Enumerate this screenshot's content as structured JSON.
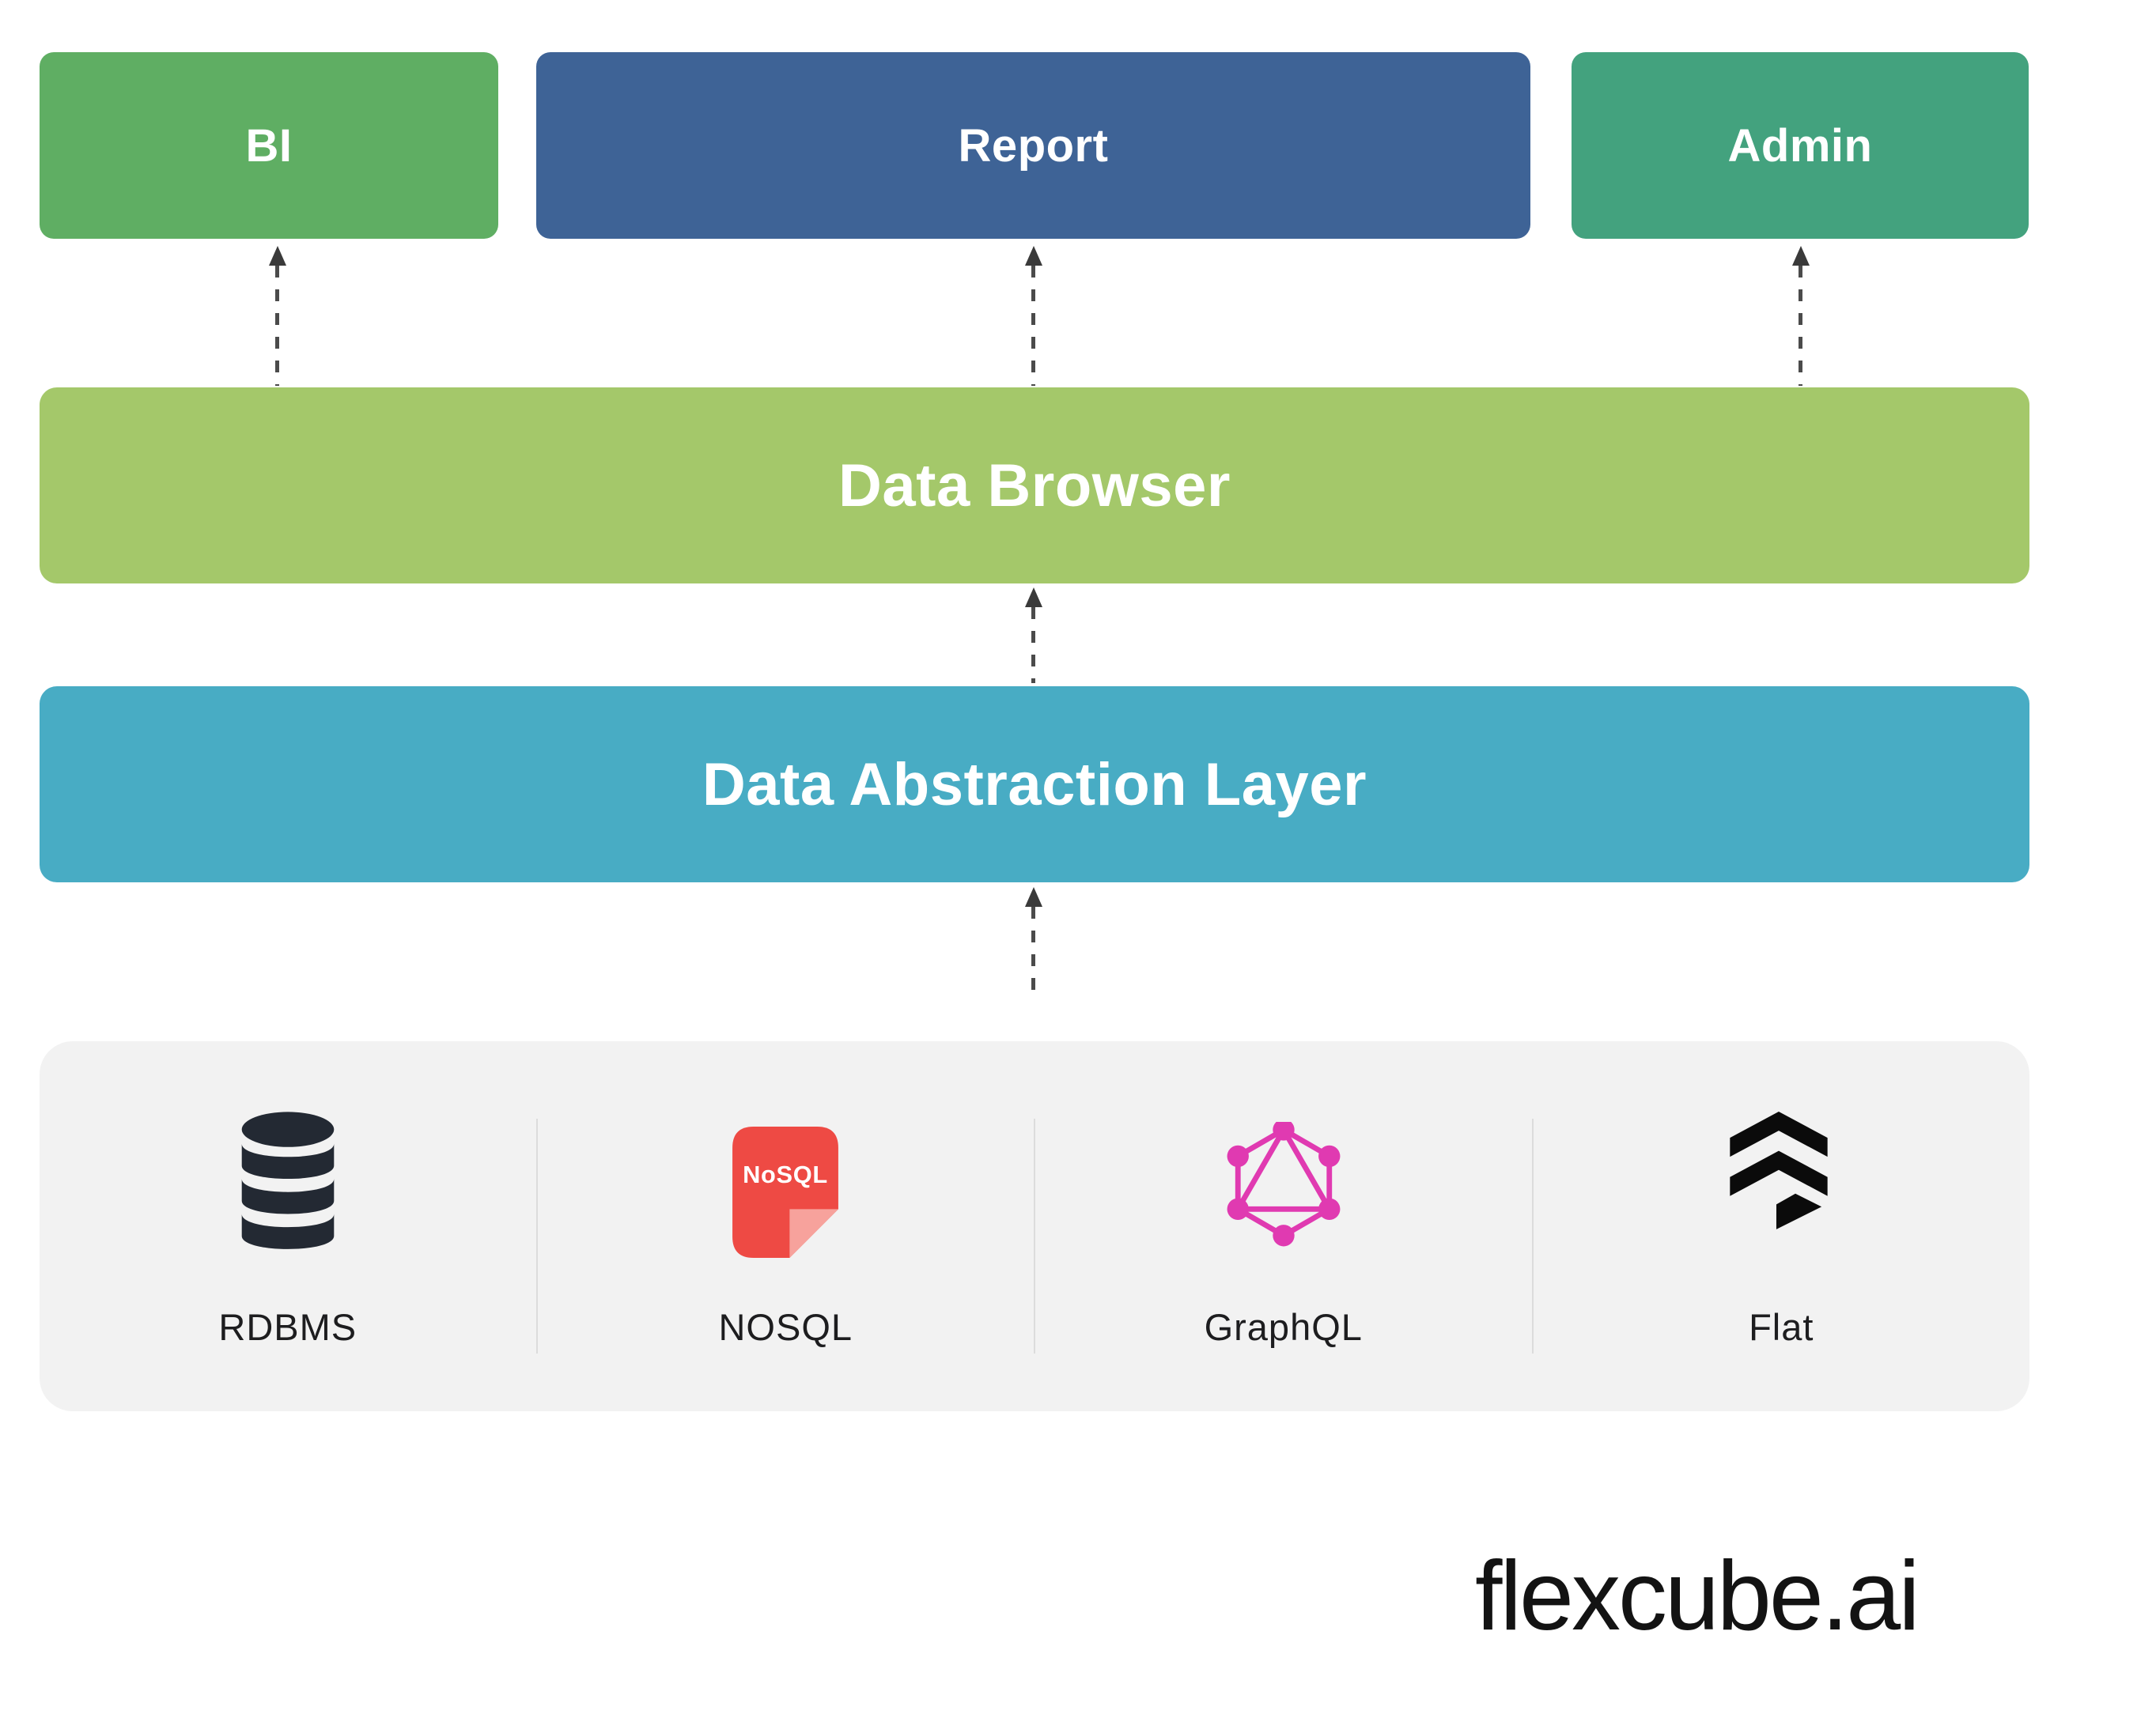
{
  "diagram": {
    "top_boxes": [
      {
        "label": "BI",
        "color": "#5fae63"
      },
      {
        "label": "Report",
        "color": "#3e6396"
      },
      {
        "label": "Admin",
        "color": "#43a27e"
      }
    ],
    "layers": [
      {
        "label": "Data Browser",
        "color": "#a4c86a"
      },
      {
        "label": "Data Abstraction Layer",
        "color": "#48acc4"
      }
    ],
    "arrows": [
      "data-browser-to-bi",
      "data-browser-to-report",
      "data-browser-to-admin",
      "abstraction-to-browser",
      "sources-to-abstraction"
    ],
    "sources": [
      {
        "label": "RDBMS",
        "icon": "database-icon",
        "icon_color": "#232933"
      },
      {
        "label": "NOSQL",
        "icon": "nosql-document-icon",
        "icon_text": "NoSQL",
        "icon_color": "#ee4a44"
      },
      {
        "label": "GraphQL",
        "icon": "graphql-logo-icon",
        "icon_color": "#e03ab1"
      },
      {
        "label": "Flat",
        "icon": "flat-chevrons-icon",
        "icon_color": "#0b0b0b"
      }
    ],
    "panel_color": "#f2f2f2",
    "arrow_color": "#4b4b4b",
    "brand": "flexcube.ai"
  }
}
